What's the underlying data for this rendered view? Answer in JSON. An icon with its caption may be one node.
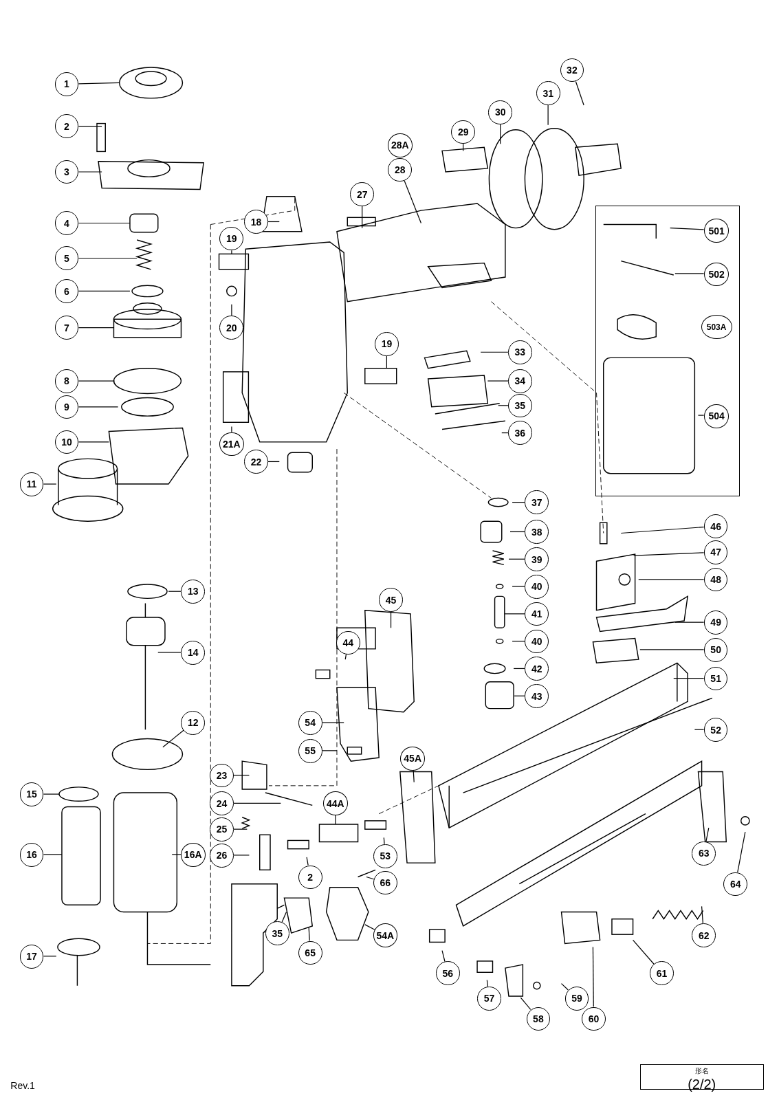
{
  "diagram": {
    "nodes": [
      {
        "text": [
          "1"
        ]
      },
      {
        "text": [
          "2"
        ]
      },
      {
        "text": [
          "3"
        ]
      },
      {
        "text": [
          "4"
        ]
      },
      {
        "text": [
          "5"
        ]
      },
      {
        "text": [
          "6"
        ]
      },
      {
        "text": [
          "7"
        ]
      },
      {
        "text": [
          "8"
        ]
      },
      {
        "text": [
          "9"
        ]
      },
      {
        "text": [
          "10"
        ]
      },
      {
        "text": [
          "11"
        ]
      },
      {
        "text": [
          "13"
        ]
      },
      {
        "text": [
          "14"
        ]
      },
      {
        "text": [
          "12"
        ]
      },
      {
        "text": [
          "15"
        ]
      },
      {
        "text": [
          "16"
        ]
      },
      {
        "text": [
          "16A"
        ]
      },
      {
        "text": [
          "17"
        ]
      },
      {
        "text": [
          "18"
        ]
      },
      {
        "text": [
          "19"
        ]
      },
      {
        "text": [
          "20"
        ]
      },
      {
        "text": [
          "21A"
        ]
      },
      {
        "text": [
          "22"
        ]
      },
      {
        "text": [
          "19"
        ]
      },
      {
        "text": [
          "27"
        ]
      },
      {
        "text": [
          "28A"
        ]
      },
      {
        "text": [
          "28"
        ]
      },
      {
        "text": [
          "29"
        ]
      },
      {
        "text": [
          "30"
        ]
      },
      {
        "text": [
          "31"
        ]
      },
      {
        "text": [
          "32"
        ]
      },
      {
        "text": [],
        "shape": "box"
      },
      {
        "text": [
          "501"
        ],
        "in": 31
      },
      {
        "text": [
          "502"
        ],
        "in": 31
      },
      {
        "text": [
          "503A"
        ],
        "in": 31
      },
      {
        "text": [
          "504"
        ],
        "in": 31
      },
      {
        "text": [
          "33"
        ]
      },
      {
        "text": [
          "34"
        ]
      },
      {
        "text": [
          "35"
        ]
      },
      {
        "text": [
          "36"
        ]
      },
      {
        "text": [
          "37"
        ]
      },
      {
        "text": [
          "38"
        ]
      },
      {
        "text": [
          "39"
        ]
      },
      {
        "text": [
          "40"
        ]
      },
      {
        "text": [
          "41"
        ]
      },
      {
        "text": [
          "40"
        ]
      },
      {
        "text": [
          "42"
        ]
      },
      {
        "text": [
          "43"
        ]
      },
      {
        "text": [
          "46"
        ]
      },
      {
        "text": [
          "47"
        ]
      },
      {
        "text": [
          "48"
        ]
      },
      {
        "text": [
          "49"
        ]
      },
      {
        "text": [
          "50"
        ]
      },
      {
        "text": [
          "51"
        ]
      },
      {
        "text": [
          "52"
        ]
      },
      {
        "text": [
          "45"
        ]
      },
      {
        "text": [
          "44"
        ]
      },
      {
        "text": [
          "54"
        ]
      },
      {
        "text": [
          "55"
        ]
      },
      {
        "text": [
          "23"
        ]
      },
      {
        "text": [
          "24"
        ]
      },
      {
        "text": [
          "25"
        ]
      },
      {
        "text": [
          "26"
        ]
      },
      {
        "text": [
          "45A"
        ]
      },
      {
        "text": [
          "44A"
        ]
      },
      {
        "text": [
          "53"
        ]
      },
      {
        "text": [
          "2"
        ]
      },
      {
        "text": [
          "66"
        ]
      },
      {
        "text": [
          "35"
        ]
      },
      {
        "text": [
          "65"
        ]
      },
      {
        "text": [
          "54A"
        ]
      },
      {
        "text": [
          "56"
        ]
      },
      {
        "text": [
          "57"
        ]
      },
      {
        "text": [
          "58"
        ]
      },
      {
        "text": [
          "59"
        ]
      },
      {
        "text": [
          "60"
        ]
      },
      {
        "text": [
          "61"
        ]
      },
      {
        "text": [
          "62"
        ]
      },
      {
        "text": [
          "63"
        ]
      },
      {
        "text": [
          "64"
        ]
      }
    ],
    "edges": [
      {
        "from": 0,
        "to": null,
        "arrow": "none"
      },
      {
        "from": 1,
        "to": null,
        "arrow": "none"
      },
      {
        "from": 2,
        "to": null,
        "arrow": "none"
      },
      {
        "from": 3,
        "to": null,
        "arrow": "none"
      },
      {
        "from": 4,
        "to": null,
        "arrow": "none"
      },
      {
        "from": 5,
        "to": null,
        "arrow": "none"
      },
      {
        "from": 6,
        "to": null,
        "arrow": "none"
      },
      {
        "from": 7,
        "to": null,
        "arrow": "none"
      },
      {
        "from": 8,
        "to": null,
        "arrow": "none"
      },
      {
        "from": 9,
        "to": null,
        "arrow": "none"
      },
      {
        "from": 10,
        "to": null,
        "arrow": "none"
      },
      {
        "from": 11,
        "to": null,
        "arrow": "none"
      },
      {
        "from": 12,
        "to": null,
        "arrow": "none"
      },
      {
        "from": 13,
        "to": null,
        "arrow": "none"
      },
      {
        "from": 14,
        "to": null,
        "arrow": "none"
      },
      {
        "from": 15,
        "to": null,
        "arrow": "none"
      },
      {
        "from": 16,
        "to": null,
        "arrow": "none"
      },
      {
        "from": 17,
        "to": null,
        "arrow": "none"
      },
      {
        "from": 18,
        "to": null,
        "arrow": "none"
      },
      {
        "from": 19,
        "to": null,
        "arrow": "none"
      },
      {
        "from": 20,
        "to": null,
        "arrow": "none"
      },
      {
        "from": 21,
        "to": null,
        "arrow": "none"
      },
      {
        "from": 22,
        "to": null,
        "arrow": "none"
      },
      {
        "from": 23,
        "to": null,
        "arrow": "none"
      },
      {
        "from": 24,
        "to": null,
        "arrow": "none"
      },
      {
        "from": 26,
        "to": null,
        "arrow": "none"
      },
      {
        "from": 27,
        "to": null,
        "arrow": "none"
      },
      {
        "from": 28,
        "to": null,
        "arrow": "none"
      },
      {
        "from": 29,
        "to": null,
        "arrow": "none"
      },
      {
        "from": 30,
        "to": null,
        "arrow": "none"
      },
      {
        "from": 32,
        "to": null,
        "arrow": "none"
      },
      {
        "from": 33,
        "to": null,
        "arrow": "none"
      },
      {
        "from": 35,
        "to": null,
        "arrow": "none"
      },
      {
        "from": 36,
        "to": null,
        "arrow": "none"
      },
      {
        "from": 37,
        "to": null,
        "arrow": "none"
      },
      {
        "from": 38,
        "to": null,
        "arrow": "none"
      },
      {
        "from": 39,
        "to": null,
        "arrow": "none"
      },
      {
        "from": 40,
        "to": null,
        "arrow": "none"
      },
      {
        "from": 41,
        "to": null,
        "arrow": "none"
      },
      {
        "from": 42,
        "to": null,
        "arrow": "none"
      },
      {
        "from": 43,
        "to": null,
        "arrow": "none"
      },
      {
        "from": 44,
        "to": null,
        "arrow": "none"
      },
      {
        "from": 45,
        "to": null,
        "arrow": "none"
      },
      {
        "from": 46,
        "to": null,
        "arrow": "none"
      },
      {
        "from": 47,
        "to": null,
        "arrow": "none"
      },
      {
        "from": 48,
        "to": null,
        "arrow": "none"
      },
      {
        "from": 49,
        "to": null,
        "arrow": "none"
      },
      {
        "from": 50,
        "to": null,
        "arrow": "none"
      },
      {
        "from": 51,
        "to": null,
        "arrow": "none"
      },
      {
        "from": 52,
        "to": null,
        "arrow": "none"
      },
      {
        "from": 53,
        "to": null,
        "arrow": "none"
      },
      {
        "from": 54,
        "to": null,
        "arrow": "none"
      },
      {
        "from": 55,
        "to": null,
        "arrow": "none"
      },
      {
        "from": 56,
        "to": null,
        "arrow": "none"
      },
      {
        "from": 57,
        "to": null,
        "arrow": "none"
      },
      {
        "from": 58,
        "to": null,
        "arrow": "none"
      },
      {
        "from": 59,
        "to": null,
        "arrow": "none"
      },
      {
        "from": 60,
        "to": null,
        "arrow": "none"
      },
      {
        "from": 61,
        "to": null,
        "arrow": "none"
      },
      {
        "from": 62,
        "to": null,
        "arrow": "none"
      },
      {
        "from": 63,
        "to": null,
        "arrow": "none"
      },
      {
        "from": 64,
        "to": null,
        "arrow": "none"
      },
      {
        "from": 65,
        "to": null,
        "arrow": "none"
      },
      {
        "from": 66,
        "to": null,
        "arrow": "none"
      },
      {
        "from": 67,
        "to": null,
        "arrow": "none"
      },
      {
        "from": 68,
        "to": null,
        "arrow": "none"
      },
      {
        "from": 69,
        "to": null,
        "arrow": "none"
      },
      {
        "from": 70,
        "to": null,
        "arrow": "none"
      },
      {
        "from": 71,
        "to": null,
        "arrow": "none"
      },
      {
        "from": 72,
        "to": null,
        "arrow": "none"
      },
      {
        "from": 73,
        "to": null,
        "arrow": "none"
      },
      {
        "from": 74,
        "to": null,
        "arrow": "none"
      },
      {
        "from": 75,
        "to": null,
        "arrow": "none"
      },
      {
        "from": 76,
        "to": null,
        "arrow": "none"
      },
      {
        "from": 77,
        "to": null,
        "arrow": "none"
      },
      {
        "from": 78,
        "to": null,
        "arrow": "none"
      },
      {
        "from": 79,
        "to": null,
        "arrow": "none"
      }
    ],
    "labels": [
      "形名",
      "(2/2)",
      "Rev.1"
    ]
  }
}
